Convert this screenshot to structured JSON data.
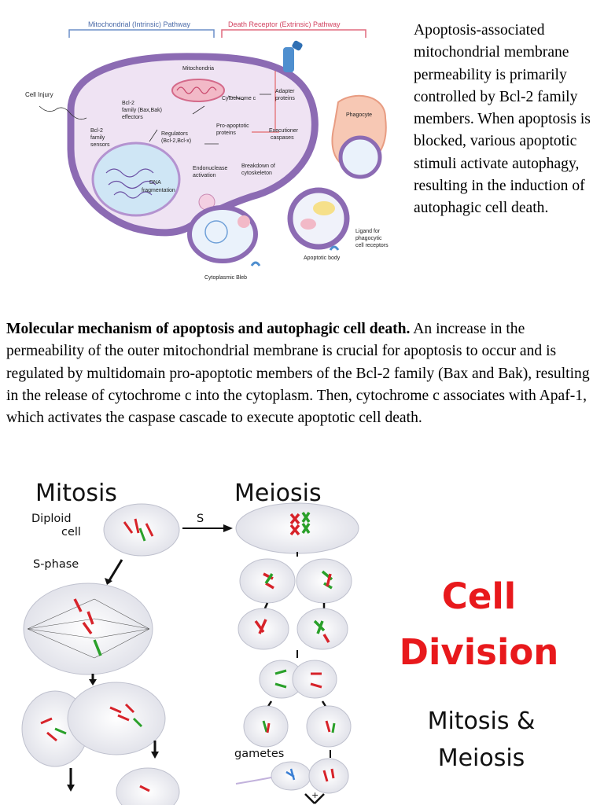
{
  "apoptosis_diagram": {
    "header_left": "Mitochondrial (Intrinsic) Pathway",
    "header_right": "Death Receptor (Extrinsic) Pathway",
    "labels": {
      "cell_injury": "Cell Injury",
      "mitochondria": "Mitochondria",
      "bcl2_effectors_1": "Bcl-2",
      "bcl2_effectors_2": "family (Bax,Bak)",
      "bcl2_effectors_3": "effectors",
      "cytochrome_c": "Cytochrome c",
      "adapter_1": "Adapter",
      "adapter_2": "proteins",
      "bcl2_sensors_1": "Bcl-2",
      "bcl2_sensors_2": "family",
      "bcl2_sensors_3": "sensors",
      "regulators_1": "Regulators",
      "regulators_2": "(Bcl-2,Bcl-x)",
      "proapoptotic_1": "Pro-apoptotic",
      "proapoptotic_2": "proteins",
      "executioner_1": "Executioner",
      "executioner_2": "caspases",
      "phagocyte": "Phagocyte",
      "endonuclease_1": "Endonuclease",
      "endonuclease_2": "activation",
      "breakdown_1": "Breakdown of",
      "breakdown_2": "cytoskeleton",
      "dna_1": "DNA",
      "dna_2": "fragmentation",
      "ligand_1": "Ligand for",
      "ligand_2": "phagocytic",
      "ligand_3": "cell receptors",
      "apoptotic_body": "Apoptotic body",
      "cytoplasmic_bleb": "Cytoplasmic Bleb"
    }
  },
  "side_text": "Apoptosis-associated mitochondrial membrane permeability is primarily controlled by Bcl-2 family members. When apoptosis is blocked, various apoptotic stimuli activate autophagy, resulting in the induction of autophagic cell death.",
  "caption": {
    "bold": "Molecular mechanism of apoptosis and autophagic cell death.",
    "rest": " An increase in the permeability of the outer mitochondrial membrane is crucial for apoptosis to occur and is regulated by multidomain pro-apoptotic members of the Bcl-2 family (Bax and Bak), resulting in the release of cytochrome c into the cytoplasm. Then, cytochrome c associates with Apaf-1, which activates the caspase cascade to execute apoptotic cell death."
  },
  "cell_division": {
    "mitosis_title": "Mitosis",
    "meiosis_title": "Meiosis",
    "diploid_1": "Diploid",
    "diploid_2": "cell",
    "s_label": "S",
    "s_phase": "S-phase",
    "gametes": "gametes",
    "plus": "+",
    "big_title_1": "Cell",
    "big_title_2": "Division",
    "subtitle_1": "Mitosis &",
    "subtitle_2": "Meiosis",
    "title_color": "#e8191c"
  }
}
